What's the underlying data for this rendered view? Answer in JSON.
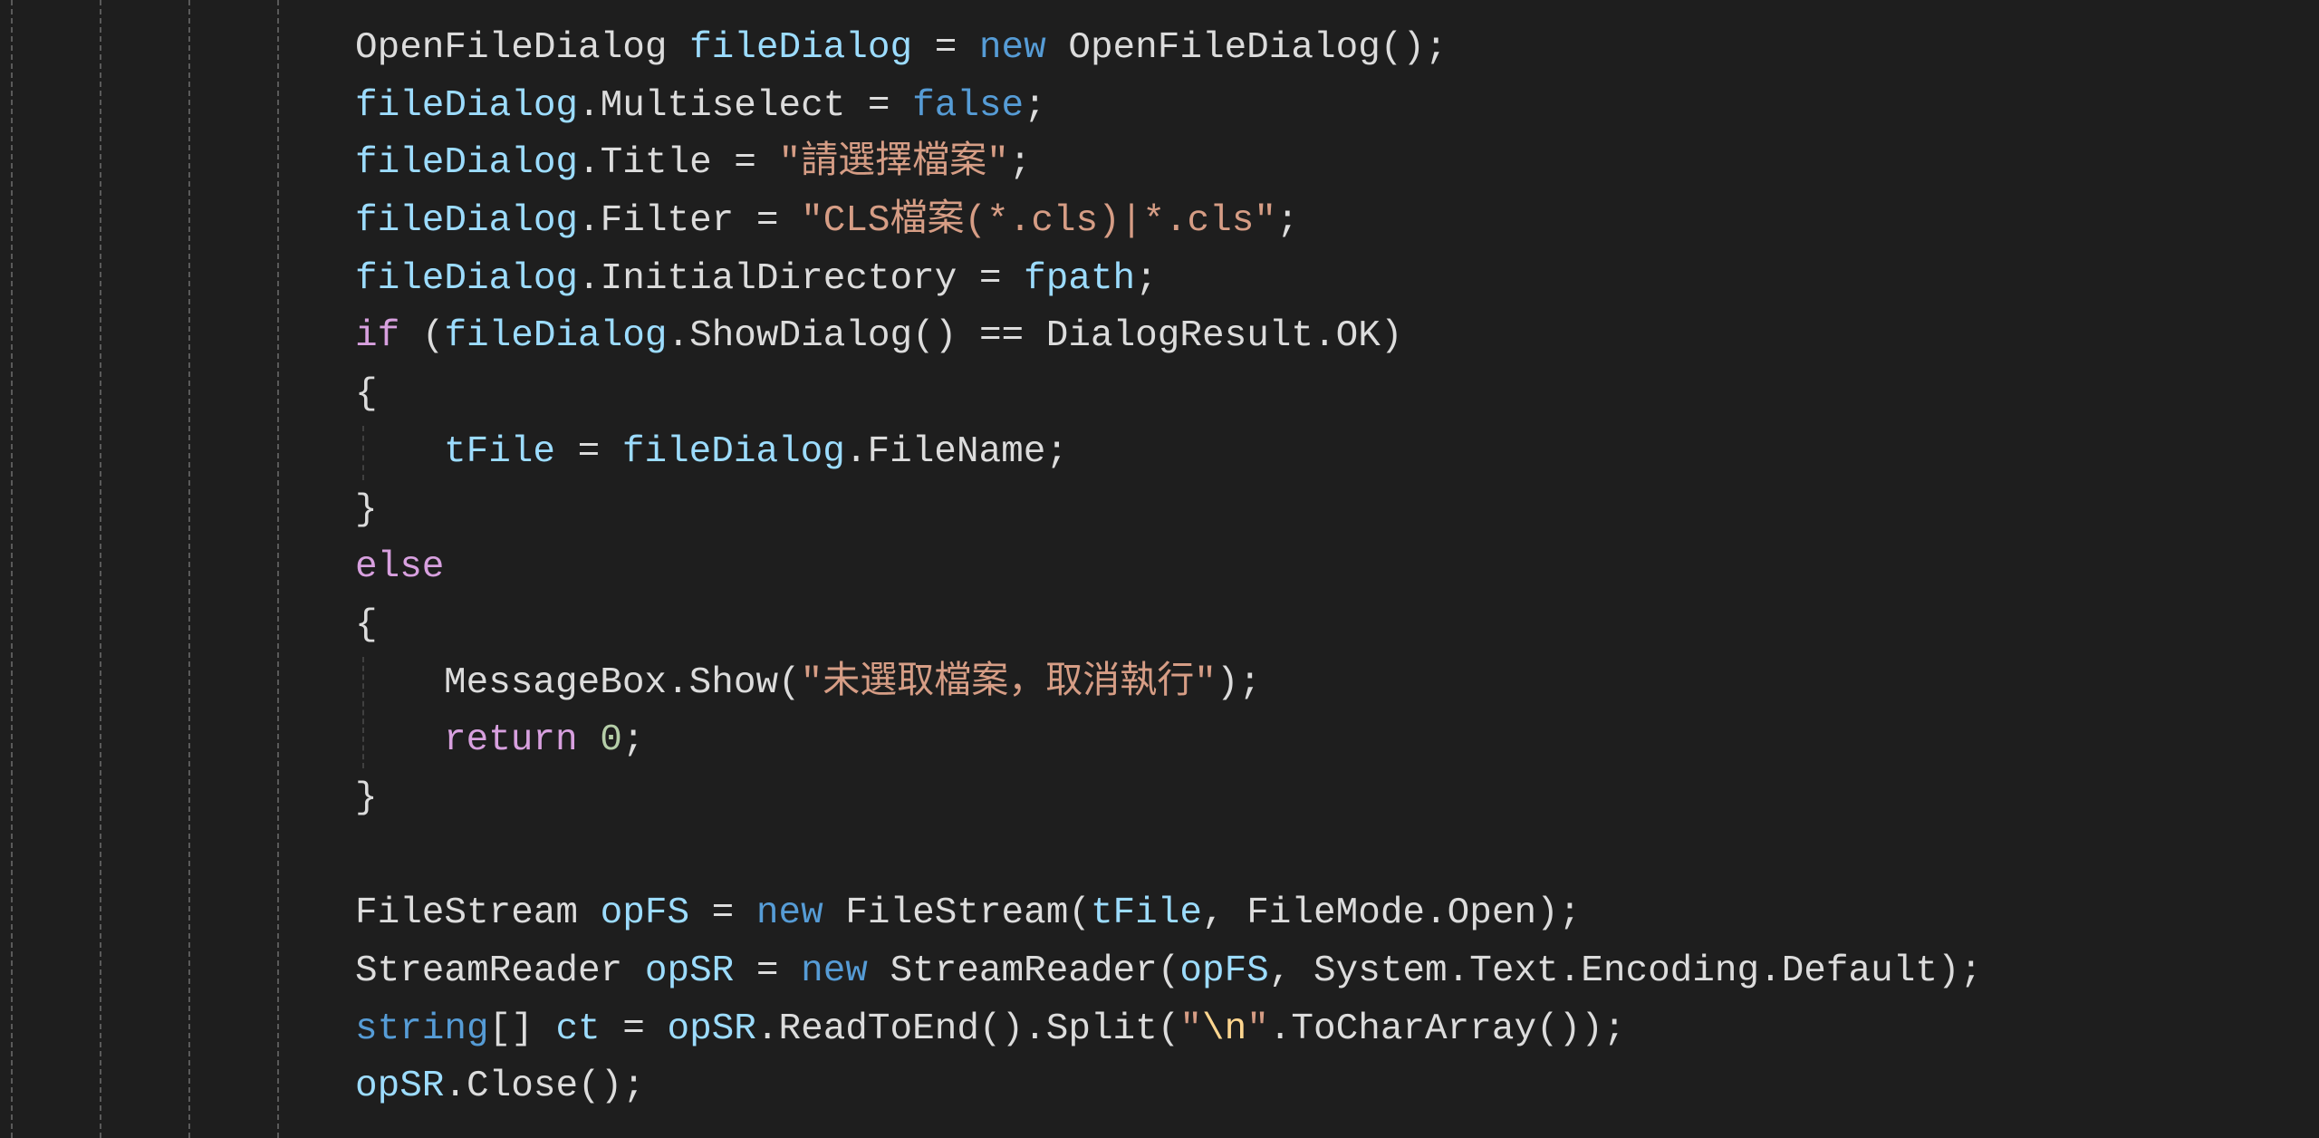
{
  "colors": {
    "background": "#1e1e1e",
    "plain": "#dcdcdc",
    "variable": "#9cdcfe",
    "keyword": "#569cd6",
    "string": "#d69d85",
    "control": "#d8a0df",
    "number": "#b5cea8",
    "escape": "#ffd68f"
  },
  "code": {
    "lines": [
      {
        "indent": 0,
        "tokens": [
          {
            "t": "OpenFileDialog ",
            "c": "plain"
          },
          {
            "t": "fileDialog",
            "c": "var"
          },
          {
            "t": " = ",
            "c": "plain"
          },
          {
            "t": "new",
            "c": "kw"
          },
          {
            "t": " OpenFileDialog();",
            "c": "plain"
          }
        ]
      },
      {
        "indent": 0,
        "tokens": [
          {
            "t": "fileDialog",
            "c": "var"
          },
          {
            "t": ".Multiselect = ",
            "c": "plain"
          },
          {
            "t": "false",
            "c": "kw"
          },
          {
            "t": ";",
            "c": "plain"
          }
        ]
      },
      {
        "indent": 0,
        "tokens": [
          {
            "t": "fileDialog",
            "c": "var"
          },
          {
            "t": ".Title = ",
            "c": "plain"
          },
          {
            "t": "\"請選擇檔案\"",
            "c": "str"
          },
          {
            "t": ";",
            "c": "plain"
          }
        ]
      },
      {
        "indent": 0,
        "tokens": [
          {
            "t": "fileDialog",
            "c": "var"
          },
          {
            "t": ".Filter = ",
            "c": "plain"
          },
          {
            "t": "\"CLS檔案(*.cls)|*.cls\"",
            "c": "str"
          },
          {
            "t": ";",
            "c": "plain"
          }
        ]
      },
      {
        "indent": 0,
        "tokens": [
          {
            "t": "fileDialog",
            "c": "var"
          },
          {
            "t": ".InitialDirectory = ",
            "c": "plain"
          },
          {
            "t": "fpath",
            "c": "var"
          },
          {
            "t": ";",
            "c": "plain"
          }
        ]
      },
      {
        "indent": 0,
        "tokens": [
          {
            "t": "if",
            "c": "ctl"
          },
          {
            "t": " (",
            "c": "plain"
          },
          {
            "t": "fileDialog",
            "c": "var"
          },
          {
            "t": ".ShowDialog() == DialogResult.OK)",
            "c": "plain"
          }
        ]
      },
      {
        "indent": 0,
        "tokens": [
          {
            "t": "{",
            "c": "plain"
          }
        ]
      },
      {
        "indent": 1,
        "tokens": [
          {
            "t": "tFile",
            "c": "var"
          },
          {
            "t": " = ",
            "c": "plain"
          },
          {
            "t": "fileDialog",
            "c": "var"
          },
          {
            "t": ".FileName;",
            "c": "plain"
          }
        ]
      },
      {
        "indent": 0,
        "tokens": [
          {
            "t": "}",
            "c": "plain"
          }
        ]
      },
      {
        "indent": 0,
        "tokens": [
          {
            "t": "else",
            "c": "ctl"
          }
        ]
      },
      {
        "indent": 0,
        "tokens": [
          {
            "t": "{",
            "c": "plain"
          }
        ]
      },
      {
        "indent": 1,
        "tokens": [
          {
            "t": "MessageBox.Show(",
            "c": "plain"
          },
          {
            "t": "\"未選取檔案，取消執行\"",
            "c": "str"
          },
          {
            "t": ");",
            "c": "plain"
          }
        ]
      },
      {
        "indent": 1,
        "tokens": [
          {
            "t": "return",
            "c": "ctl"
          },
          {
            "t": " ",
            "c": "plain"
          },
          {
            "t": "0",
            "c": "num"
          },
          {
            "t": ";",
            "c": "plain"
          }
        ]
      },
      {
        "indent": 0,
        "tokens": [
          {
            "t": "}",
            "c": "plain"
          }
        ]
      },
      {
        "indent": 0,
        "tokens": []
      },
      {
        "indent": 0,
        "tokens": [
          {
            "t": "FileStream ",
            "c": "plain"
          },
          {
            "t": "opFS",
            "c": "var"
          },
          {
            "t": " = ",
            "c": "plain"
          },
          {
            "t": "new",
            "c": "kw"
          },
          {
            "t": " FileStream(",
            "c": "plain"
          },
          {
            "t": "tFile",
            "c": "var"
          },
          {
            "t": ", FileMode.Open);",
            "c": "plain"
          }
        ]
      },
      {
        "indent": 0,
        "tokens": [
          {
            "t": "StreamReader ",
            "c": "plain"
          },
          {
            "t": "opSR",
            "c": "var"
          },
          {
            "t": " = ",
            "c": "plain"
          },
          {
            "t": "new",
            "c": "kw"
          },
          {
            "t": " StreamReader(",
            "c": "plain"
          },
          {
            "t": "opFS",
            "c": "var"
          },
          {
            "t": ", System.Text.Encoding.Default);",
            "c": "plain"
          }
        ]
      },
      {
        "indent": 0,
        "tokens": [
          {
            "t": "string",
            "c": "kw"
          },
          {
            "t": "[] ",
            "c": "plain"
          },
          {
            "t": "ct",
            "c": "var"
          },
          {
            "t": " = ",
            "c": "plain"
          },
          {
            "t": "opSR",
            "c": "var"
          },
          {
            "t": ".ReadToEnd().Split(",
            "c": "plain"
          },
          {
            "t": "\"",
            "c": "str"
          },
          {
            "t": "\\n",
            "c": "esc"
          },
          {
            "t": "\"",
            "c": "str"
          },
          {
            "t": ".ToCharArray());",
            "c": "plain"
          }
        ]
      },
      {
        "indent": 0,
        "tokens": [
          {
            "t": "opSR",
            "c": "var"
          },
          {
            "t": ".Close();",
            "c": "plain"
          }
        ]
      }
    ]
  }
}
